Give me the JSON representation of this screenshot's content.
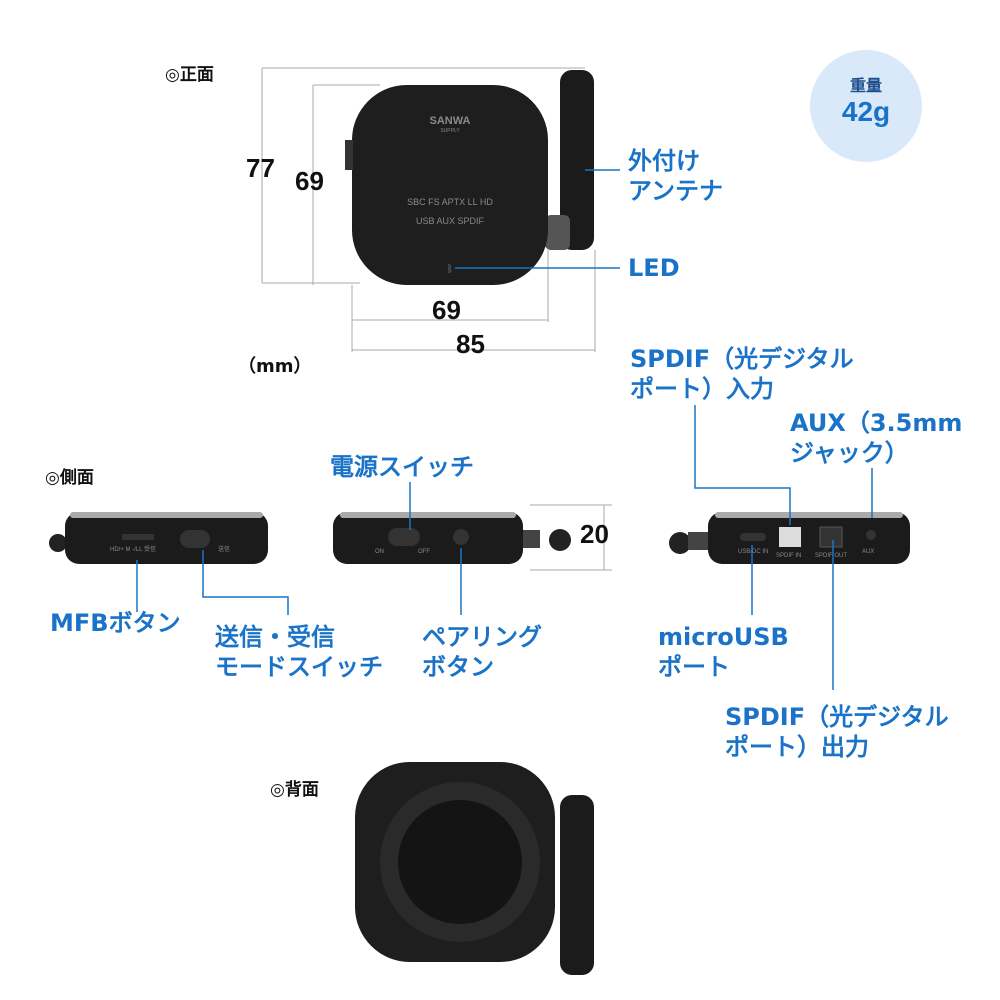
{
  "sections": {
    "front": "◎正面",
    "side": "◎側面",
    "back": "◎背面"
  },
  "weight": {
    "label": "重量",
    "value": "42g"
  },
  "dimensions": {
    "height_outer": "77",
    "height_body": "69",
    "width_body": "69",
    "width_outer": "85",
    "depth": "20",
    "unit": "（mm）"
  },
  "labels": {
    "antenna": "外付け\nアンテナ",
    "led": "LED",
    "spdif_in": "SPDIF（光デジタル\nポート）入力",
    "aux": "AUX（3.5mm\nジャック）",
    "power_switch": "電源スイッチ",
    "mfb": "MFBボタン",
    "mode_switch": "送信・受信\nモードスイッチ",
    "pairing": "ペアリング\nボタン",
    "microusb": "microUSB\nポート",
    "spdif_out": "SPDIF（光デジタル\nポート）出力"
  },
  "device_text": {
    "brand": "SANWA",
    "brand_sub": "SUPPLY",
    "codecs": "SBC  FS  APTX  LL  HD",
    "inputs": "USB   AUX   SPDIF",
    "side1": "HD/+   M   -/LL  受信",
    "side1_right": "送信",
    "on": "ON",
    "off": "OFF",
    "usb_in": "USB/DC IN",
    "spdif_in": "SPDIF IN",
    "spdif_out": "SPDIF OUT",
    "aux": "AUX"
  },
  "colors": {
    "accent": "#1a73c8",
    "weight_bg": "#d9e9fa"
  }
}
